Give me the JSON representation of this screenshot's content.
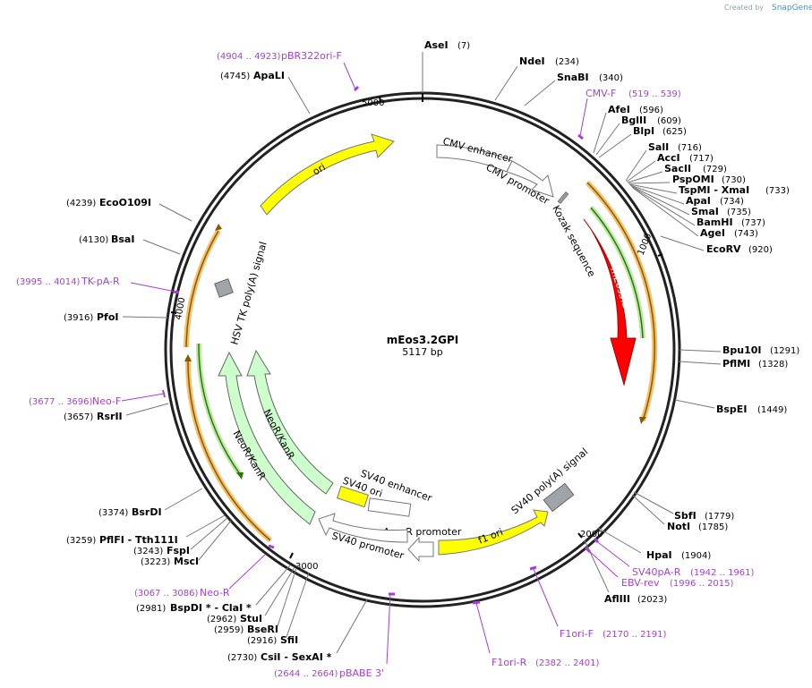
{
  "credit": {
    "prefix": "Created by",
    "brand": "SnapGene"
  },
  "plasmid": {
    "name": "mEos3.2GPI",
    "size": "5117 bp"
  },
  "ticks": [
    "1000",
    "2000",
    "3000",
    "4000",
    "5000"
  ],
  "sites": [
    {
      "name": "AseI",
      "pos": "(7)"
    },
    {
      "name": "NdeI",
      "pos": "(234)"
    },
    {
      "name": "SnaBI",
      "pos": "(340)"
    },
    {
      "name": "AfeI",
      "pos": "(596)"
    },
    {
      "name": "BglII",
      "pos": "(609)"
    },
    {
      "name": "BlpI",
      "pos": "(625)"
    },
    {
      "name": "SalI",
      "pos": "(716)"
    },
    {
      "name": "AccI",
      "pos": "(717)"
    },
    {
      "name": "SacII",
      "pos": "(729)"
    },
    {
      "name": "PspOMI",
      "pos": "(730)"
    },
    {
      "name": "TspMI - XmaI",
      "pos": "(733)"
    },
    {
      "name": "ApaI",
      "pos": "(734)"
    },
    {
      "name": "SmaI",
      "pos": "(735)"
    },
    {
      "name": "BamHI",
      "pos": "(737)"
    },
    {
      "name": "AgeI",
      "pos": "(743)"
    },
    {
      "name": "EcoRV",
      "pos": "(920)"
    },
    {
      "name": "Bpu10I",
      "pos": "(1291)"
    },
    {
      "name": "PflMI",
      "pos": "(1328)"
    },
    {
      "name": "BspEI",
      "pos": "(1449)"
    },
    {
      "name": "SbfI",
      "pos": "(1779)"
    },
    {
      "name": "NotI",
      "pos": "(1785)"
    },
    {
      "name": "HpaI",
      "pos": "(1904)"
    },
    {
      "name": "AflIII",
      "pos": "(2023)"
    },
    {
      "name": "ApaLI",
      "pos": "(4745)"
    },
    {
      "name": "EcoO109I",
      "pos": "(4239)"
    },
    {
      "name": "BsaI",
      "pos": "(4130)"
    },
    {
      "name": "PfoI",
      "pos": "(3916)"
    },
    {
      "name": "RsrII",
      "pos": "(3657)"
    },
    {
      "name": "BsrDI",
      "pos": "(3374)"
    },
    {
      "name": "PflFI - Tth111I",
      "pos": "(3259)"
    },
    {
      "name": "FspI",
      "pos": "(3243)"
    },
    {
      "name": "MscI",
      "pos": "(3223)"
    },
    {
      "name": "BspDI * - ClaI *",
      "pos": "(2981)"
    },
    {
      "name": "StuI",
      "pos": "(2962)"
    },
    {
      "name": "BseRI",
      "pos": "(2959)"
    },
    {
      "name": "SfiI",
      "pos": "(2916)"
    },
    {
      "name": "CsiI - SexAI *",
      "pos": "(2730)"
    }
  ],
  "primers": [
    {
      "name": "pBR322ori-F",
      "range": "(4904 .. 4923)"
    },
    {
      "name": "CMV-F",
      "range": "(519 .. 539)"
    },
    {
      "name": "TK-pA-R",
      "range": "(3995 .. 4014)"
    },
    {
      "name": "Neo-F",
      "range": "(3677 .. 3696)"
    },
    {
      "name": "Neo-R",
      "range": "(3067 .. 3086)"
    },
    {
      "name": "pBABE 3'",
      "range": "(2644 .. 2664)"
    },
    {
      "name": "F1ori-R",
      "range": "(2382 .. 2401)"
    },
    {
      "name": "F1ori-F",
      "range": "(2170 .. 2191)"
    },
    {
      "name": "SV40pA-R",
      "range": "(1942 .. 1961)"
    },
    {
      "name": "EBV-rev",
      "range": "(1996 .. 2015)"
    }
  ],
  "features": [
    {
      "name": "ori"
    },
    {
      "name": "CMV enhancer"
    },
    {
      "name": "CMV promoter"
    },
    {
      "name": "Kozak sequence"
    },
    {
      "name": "mEos3.2"
    },
    {
      "name": "SV40 poly(A) signal"
    },
    {
      "name": "f1 ori"
    },
    {
      "name": "AmpR promoter"
    },
    {
      "name": "SV40 promoter"
    },
    {
      "name": "SV40 ori"
    },
    {
      "name": "SV40 enhancer"
    },
    {
      "name": "NeoR/KanR"
    },
    {
      "name": "NeoR/KanR"
    },
    {
      "name": "HSV TK poly(A) signal"
    }
  ],
  "colors": {
    "backbone": "#222222",
    "ori": "#ffff00",
    "mEos": "#ff0000",
    "neo": "#ccffcc",
    "gray": "#999999",
    "primer": "#a63fd6",
    "orfOrange": "#f5b400",
    "orfGreen": "#2fa12f"
  }
}
